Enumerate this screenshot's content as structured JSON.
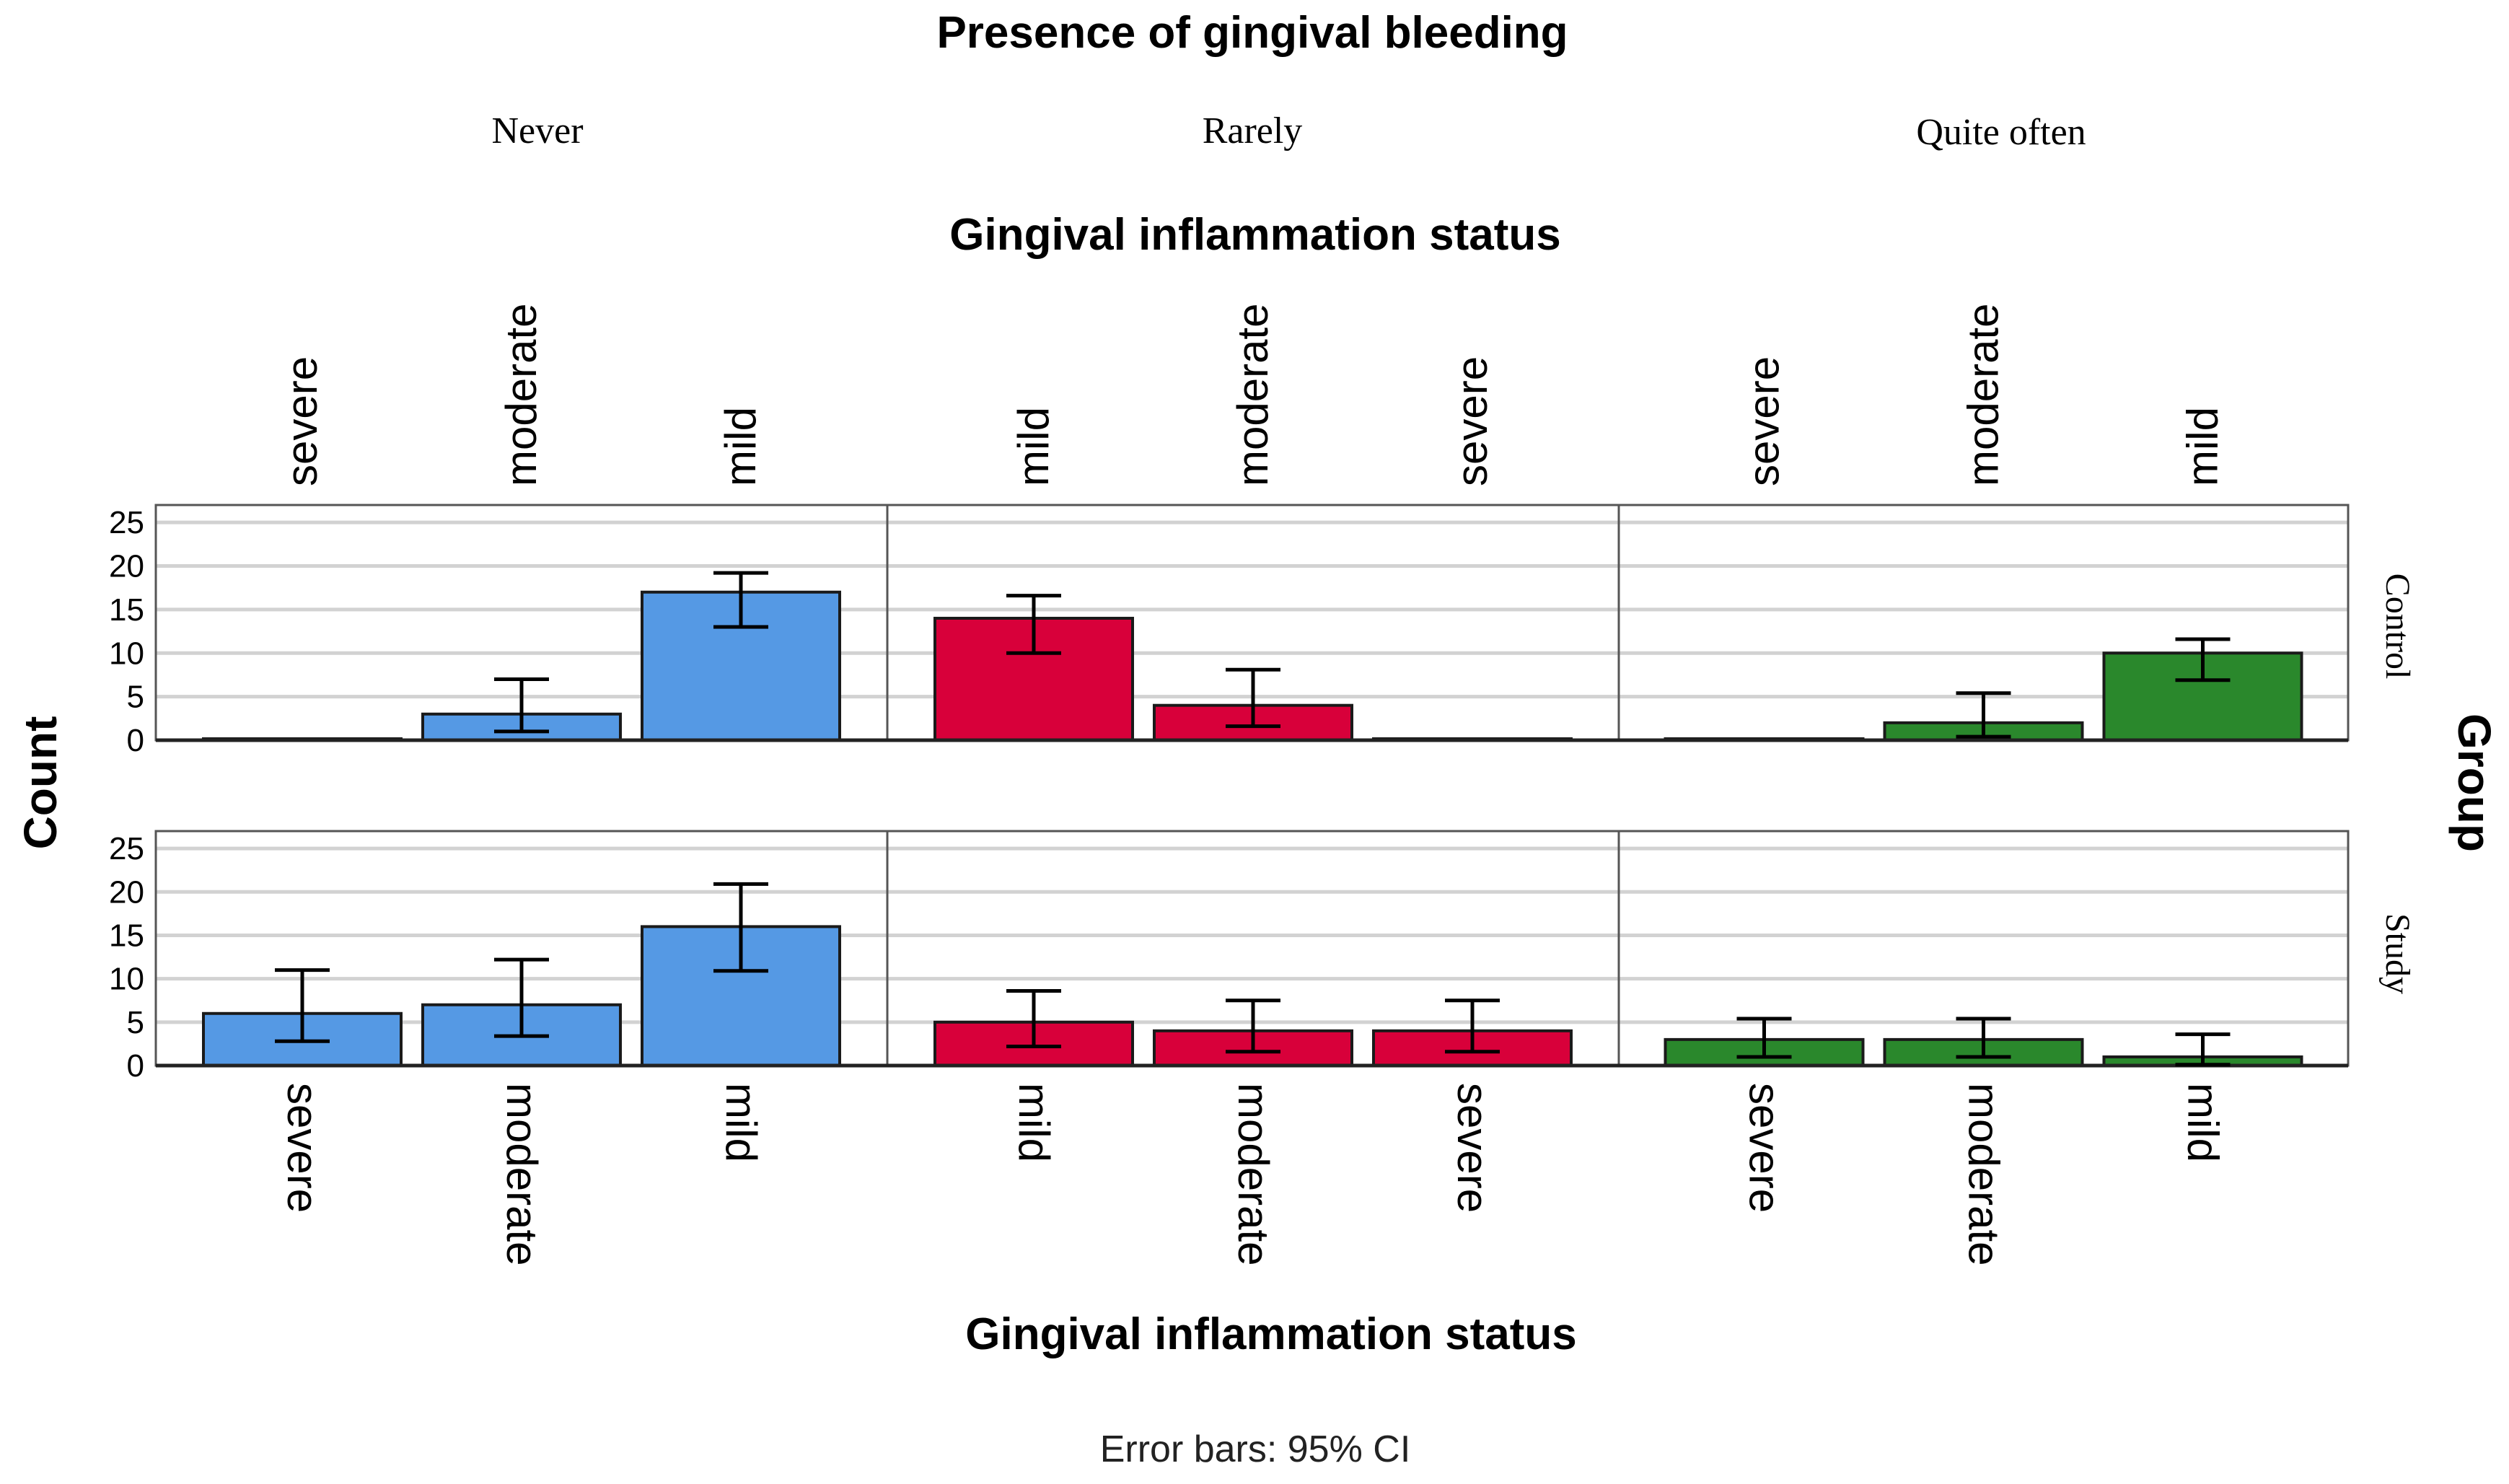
{
  "chart_data": {
    "type": "bar",
    "title": "Presence of gingival bleeding",
    "column_facet_labels": [
      "Never",
      "Rarely",
      "Quite often"
    ],
    "row_facet_labels": [
      "Control",
      "Study"
    ],
    "row_facet_title": "Group",
    "top_axis_title": "Gingival inflammation status",
    "xlabel": "Gingival inflammation status",
    "ylabel": "Count",
    "ylim": [
      0,
      27
    ],
    "yticks": [
      0,
      5,
      10,
      15,
      20,
      25
    ],
    "grid": true,
    "error_bar_note": "Error bars: 95% CI",
    "panel_colors": [
      "#5599e4",
      "#d8003a",
      "#2a882c"
    ],
    "panels": [
      {
        "column": "Never",
        "categories": [
          "severe",
          "moderate",
          "mild"
        ],
        "series": [
          {
            "name": "Control",
            "values": [
              0,
              3,
              17
            ],
            "ci_low": [
              0,
              1,
              13
            ],
            "ci_high": [
              0,
              7,
              19.2
            ]
          },
          {
            "name": "Study",
            "values": [
              6,
              7,
              16
            ],
            "ci_low": [
              2.8,
              3.4,
              10.9
            ],
            "ci_high": [
              11,
              12.2,
              20.9
            ]
          }
        ]
      },
      {
        "column": "Rarely",
        "categories": [
          "mild",
          "moderate",
          "severe"
        ],
        "series": [
          {
            "name": "Control",
            "values": [
              14,
              4,
              0
            ],
            "ci_low": [
              10,
              1.6,
              0
            ],
            "ci_high": [
              16.6,
              8.1,
              0
            ]
          },
          {
            "name": "Study",
            "values": [
              5,
              4,
              4
            ],
            "ci_low": [
              2.2,
              1.6,
              1.6
            ],
            "ci_high": [
              8.6,
              7.5,
              7.5
            ]
          }
        ]
      },
      {
        "column": "Quite often",
        "categories": [
          "severe",
          "moderate",
          "mild"
        ],
        "series": [
          {
            "name": "Control",
            "values": [
              0,
              2,
              10
            ],
            "ci_low": [
              0,
              0.4,
              6.9
            ],
            "ci_high": [
              0,
              5.4,
              11.6
            ]
          },
          {
            "name": "Study",
            "values": [
              3,
              3,
              1
            ],
            "ci_low": [
              1,
              1,
              0.1
            ],
            "ci_high": [
              5.4,
              5.4,
              3.6
            ]
          }
        ]
      }
    ]
  }
}
